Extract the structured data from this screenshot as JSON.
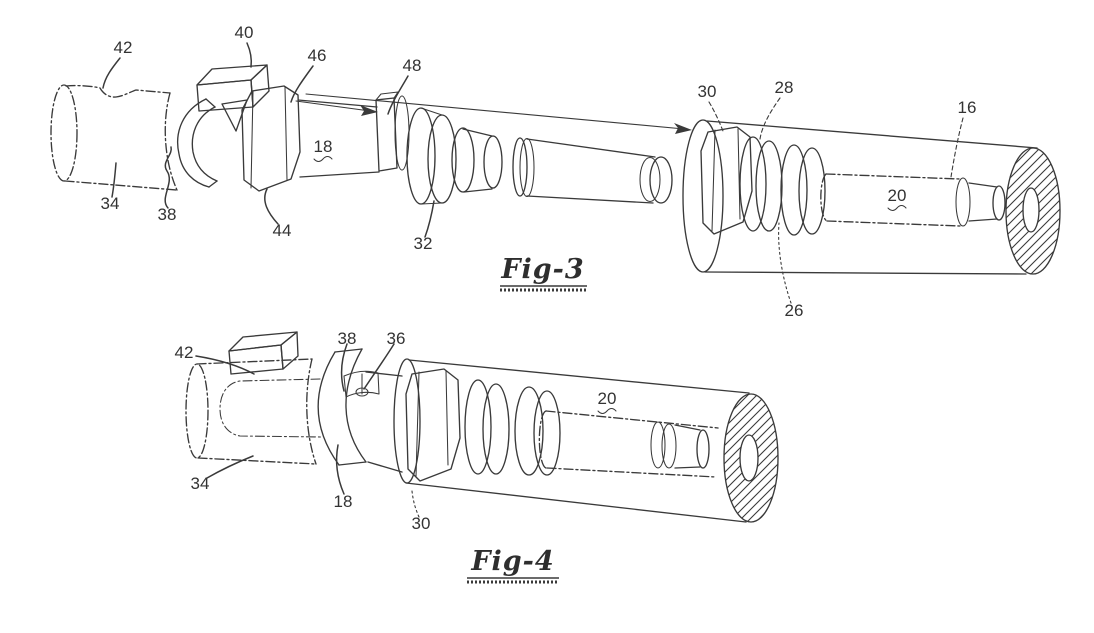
{
  "page": {
    "background": "#ffffff",
    "line_color": "#3a3a3a"
  },
  "figure3": {
    "caption": "Fig-3",
    "labels": {
      "n42": "42",
      "n40": "40",
      "n46": "46",
      "n48": "48",
      "n34": "34",
      "n38": "38",
      "n44": "44",
      "n32": "32",
      "n18": "18",
      "n30": "30",
      "n28": "28",
      "n16": "16",
      "n20": "20",
      "n26": "26"
    }
  },
  "figure4": {
    "caption": "Fig-4",
    "labels": {
      "n42": "42",
      "n38": "38",
      "n36": "36",
      "n34": "34",
      "n18": "18",
      "n30": "30",
      "n20": "20"
    }
  }
}
